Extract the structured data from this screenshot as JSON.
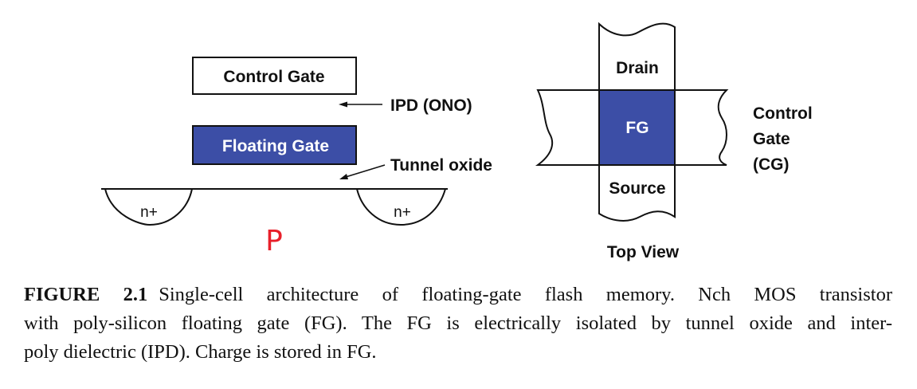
{
  "cross_section": {
    "control_gate_label": "Control Gate",
    "floating_gate_label": "Floating Gate",
    "ipd_label": "IPD (ONO)",
    "tunnel_oxide_label": "Tunnel oxide",
    "n_plus_left": "n+",
    "n_plus_right": "n+",
    "substrate_label": "P"
  },
  "top_view": {
    "drain_label": "Drain",
    "fg_label": "FG",
    "source_label": "Source",
    "control_gate_line1": "Control",
    "control_gate_line2": "Gate",
    "control_gate_line3": "(CG)",
    "title": "Top View"
  },
  "caption": {
    "figure_number": "FIGURE 2.1",
    "line1": "Single-cell architecture of floating-gate flash memory. Nch MOS transistor",
    "line2": "with poly-silicon floating gate (FG). The FG is electrically isolated by tunnel oxide and inter-",
    "line3": "poly dielectric (IPD). Charge is stored in FG."
  },
  "colors": {
    "floating_gate_fill": "#3c4ea6",
    "substrate_label": "#e8202a",
    "line": "#111111"
  }
}
